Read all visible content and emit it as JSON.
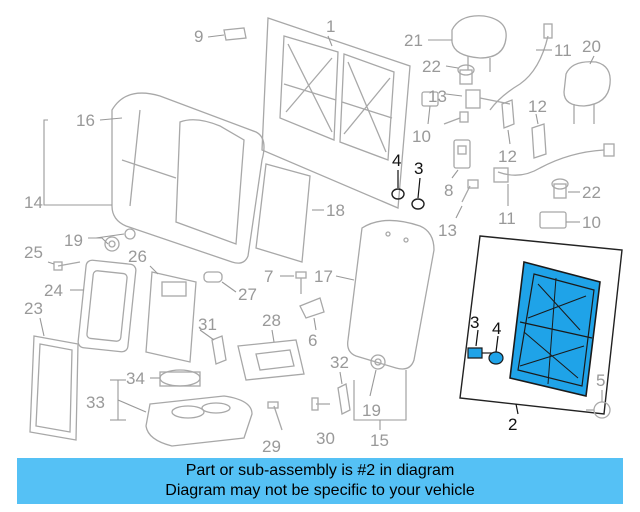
{
  "callouts": {
    "c1": "1",
    "c2": "2",
    "c3a": "3",
    "c3b": "3",
    "c4a": "4",
    "c4b": "4",
    "c5": "5",
    "c6": "6",
    "c7": "7",
    "c8": "8",
    "c9": "9",
    "c10a": "10",
    "c10b": "10",
    "c11a": "11",
    "c11b": "11",
    "c12a": "12",
    "c12b": "12",
    "c13a": "13",
    "c13b": "13",
    "c14": "14",
    "c15": "15",
    "c16": "16",
    "c17": "17",
    "c18": "18",
    "c19a": "19",
    "c19b": "19",
    "c20": "20",
    "c21": "21",
    "c22a": "22",
    "c22b": "22",
    "c23": "23",
    "c24": "24",
    "c25": "25",
    "c26": "26",
    "c27": "27",
    "c28": "28",
    "c29": "29",
    "c30": "30",
    "c31": "31",
    "c32": "32",
    "c33": "33",
    "c34": "34"
  },
  "highlight_color": "#1fa3e8",
  "banner_color": "#55c1f5",
  "banner": {
    "line1": "Part or sub-assembly is #2 in diagram",
    "line2": "Diagram may not be specific to your vehicle"
  }
}
